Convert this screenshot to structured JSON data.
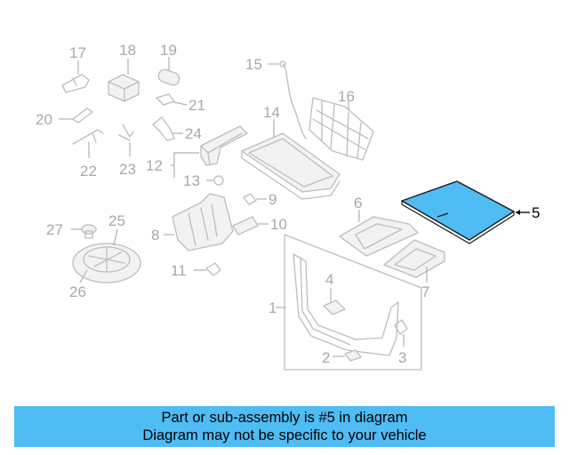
{
  "diagram": {
    "highlight_color": "#4fbcf4",
    "callouts": {
      "c1": "1",
      "c2": "2",
      "c3": "3",
      "c4": "4",
      "c5": "5",
      "c6": "6",
      "c7": "7",
      "c8": "8",
      "c9": "9",
      "c10": "10",
      "c11": "11",
      "c12": "12",
      "c13": "13",
      "c14": "14",
      "c15": "15",
      "c16": "16",
      "c17": "17",
      "c18": "18",
      "c19": "19",
      "c20": "20",
      "c21": "21",
      "c22": "22",
      "c23": "23",
      "c24": "24",
      "c25": "25",
      "c26": "26",
      "c27": "27"
    },
    "highlighted_part": "5"
  },
  "caption": {
    "line1": "Part or sub-assembly is #5 in diagram",
    "line2": "Diagram may not be specific to your vehicle",
    "background": "#4fbcf4"
  }
}
